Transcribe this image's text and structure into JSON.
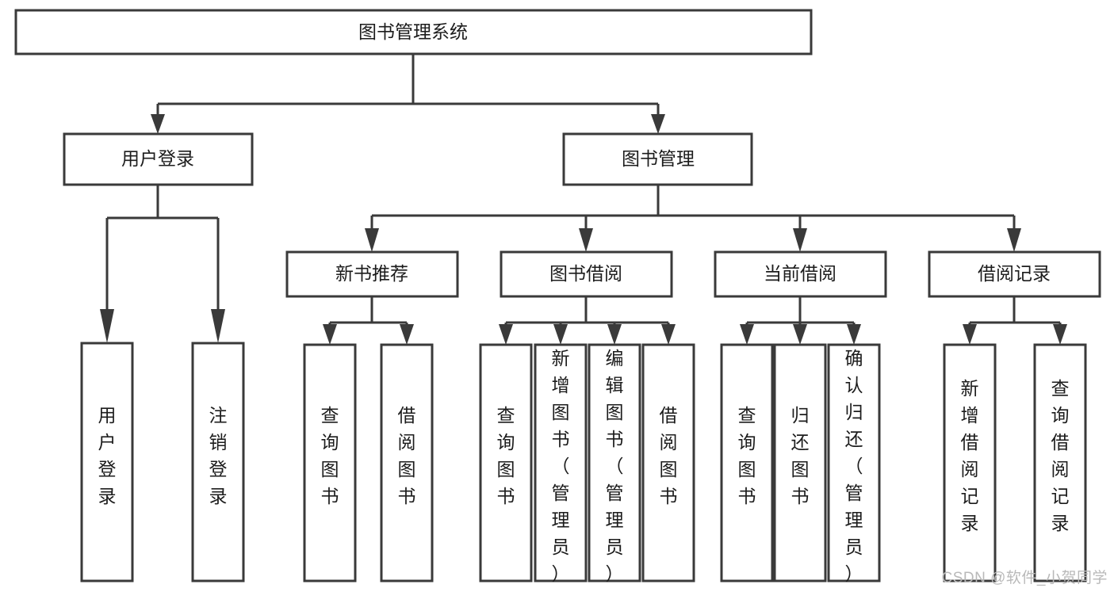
{
  "diagram": {
    "title": "图书管理系统",
    "watermark": "CSDN @软件_小贺同学",
    "colors": {
      "stroke": "#3a3a3a",
      "box_fill": "#ffffff",
      "text": "#1c1c1c",
      "background": "#ffffff",
      "watermark": "#b9b9b9"
    },
    "levels": {
      "root": "图书管理系统",
      "level2": [
        "用户登录",
        "图书管理"
      ],
      "level3": [
        "新书推荐",
        "图书借阅",
        "当前借阅",
        "借阅记录"
      ]
    },
    "nodes": {
      "root": {
        "label": "图书管理系统",
        "orient": "horizontal"
      },
      "user_login": {
        "label": "用户登录",
        "orient": "horizontal"
      },
      "book_manage": {
        "label": "图书管理",
        "orient": "horizontal"
      },
      "new_book_rec": {
        "label": "新书推荐",
        "orient": "horizontal"
      },
      "book_borrow": {
        "label": "图书借阅",
        "orient": "horizontal"
      },
      "current_borrow": {
        "label": "当前借阅",
        "orient": "horizontal"
      },
      "borrow_record": {
        "label": "借阅记录",
        "orient": "horizontal"
      },
      "leaf_user_login": {
        "label": "用户登录",
        "orient": "vertical"
      },
      "leaf_logout_login": {
        "label": "注销登录",
        "orient": "vertical"
      },
      "leaf_query_book_1": {
        "label": "查询图书",
        "orient": "vertical"
      },
      "leaf_borrow_book_1": {
        "label": "借阅图书",
        "orient": "vertical"
      },
      "leaf_query_book_2": {
        "label": "查询图书",
        "orient": "vertical"
      },
      "leaf_add_book": {
        "label": "新增图书（管理员）",
        "orient": "vertical"
      },
      "leaf_edit_book": {
        "label": "编辑图书（管理员）",
        "orient": "vertical"
      },
      "leaf_borrow_book_2": {
        "label": "借阅图书",
        "orient": "vertical"
      },
      "leaf_query_book_3": {
        "label": "查询图书",
        "orient": "vertical"
      },
      "leaf_return_book": {
        "label": "归还图书",
        "orient": "vertical"
      },
      "leaf_confirm_return": {
        "label": "确认归还（管理员）",
        "orient": "vertical"
      },
      "leaf_add_record": {
        "label": "新增借阅记录",
        "orient": "vertical"
      },
      "leaf_query_record": {
        "label": "查询借阅记录",
        "orient": "vertical"
      }
    },
    "edges": [
      {
        "from": "图书管理系统",
        "to": "用户登录"
      },
      {
        "from": "图书管理系统",
        "to": "图书管理"
      },
      {
        "from": "用户登录",
        "to": "用户登录"
      },
      {
        "from": "用户登录",
        "to": "注销登录"
      },
      {
        "from": "图书管理",
        "to": "新书推荐"
      },
      {
        "from": "图书管理",
        "to": "图书借阅"
      },
      {
        "from": "图书管理",
        "to": "当前借阅"
      },
      {
        "from": "图书管理",
        "to": "借阅记录"
      },
      {
        "from": "新书推荐",
        "to": "查询图书"
      },
      {
        "from": "新书推荐",
        "to": "借阅图书"
      },
      {
        "from": "图书借阅",
        "to": "查询图书"
      },
      {
        "from": "图书借阅",
        "to": "新增图书（管理员）"
      },
      {
        "from": "图书借阅",
        "to": "编辑图书（管理员）"
      },
      {
        "from": "图书借阅",
        "to": "借阅图书"
      },
      {
        "from": "当前借阅",
        "to": "查询图书"
      },
      {
        "from": "当前借阅",
        "to": "归还图书"
      },
      {
        "from": "当前借阅",
        "to": "确认归还（管理员）"
      },
      {
        "from": "借阅记录",
        "to": "新增借阅记录"
      },
      {
        "from": "借阅记录",
        "to": "查询借阅记录"
      }
    ]
  }
}
